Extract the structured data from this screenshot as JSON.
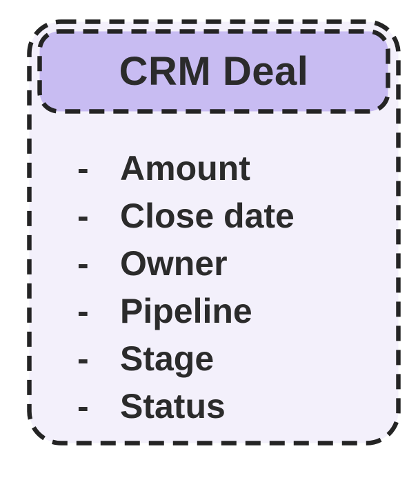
{
  "card": {
    "title": "CRM Deal",
    "bullet": "-",
    "fields": [
      "Amount",
      "Close date",
      "Owner",
      "Pipeline",
      "Stage",
      "Status"
    ]
  },
  "colors": {
    "background": "#ffffff",
    "body_fill": "#f3f0fb",
    "header_fill": "#c8bcf2",
    "stroke": "#242424",
    "text": "#2b2b2b"
  }
}
